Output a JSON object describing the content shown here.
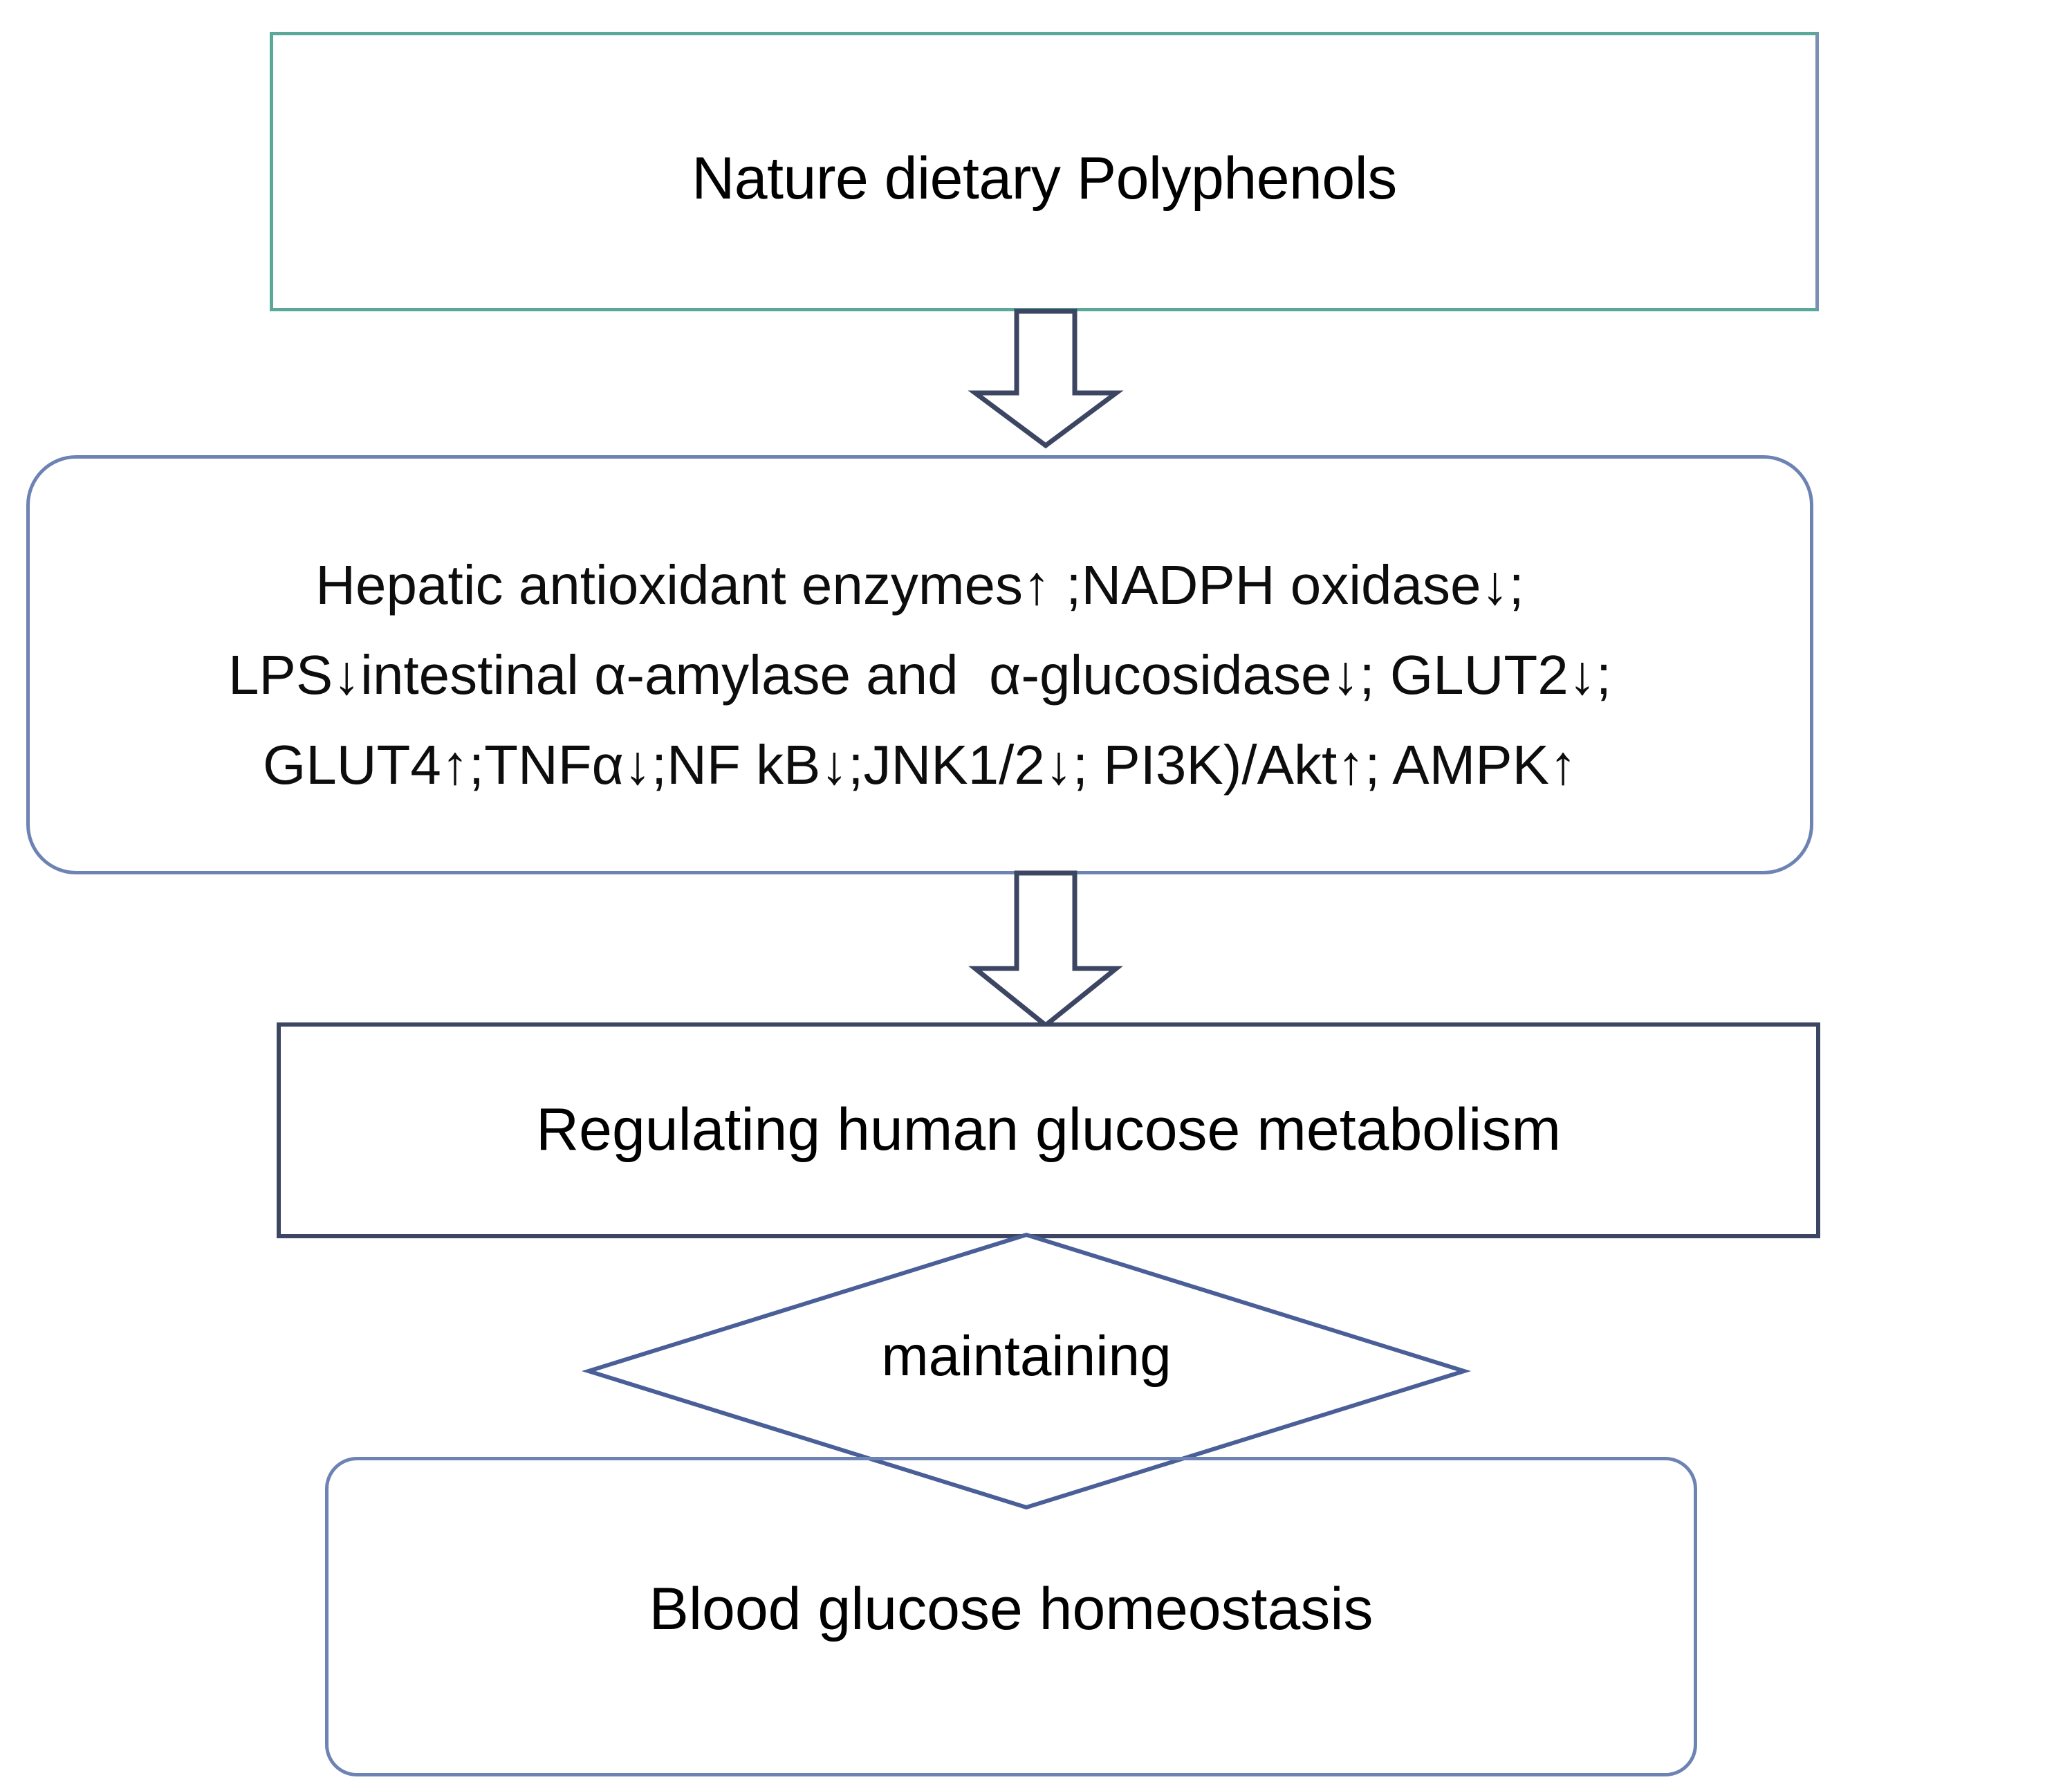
{
  "diagram": {
    "title": "Nature dietary polyphenols regulating human glucose metabolism flowchart",
    "type": "flowchart",
    "colors": {
      "box_top_border": "#5aa89a",
      "rounded_box_border": "#6d83b3",
      "rect_box_border": "#3c4663",
      "arrow_outline": "#3c4663",
      "diamond_border": "#4a5f97",
      "text": "#000000",
      "background": "#ffffff"
    },
    "nodes": {
      "polyphenols": {
        "shape": "rectangle",
        "label": "Nature dietary Polyphenols"
      },
      "mechanisms": {
        "shape": "rounded-rectangle",
        "lines": [
          "Hepatic antioxidant enzymes↑ ;NADPH oxidase↓;",
          "LPS↓intestinal α-amylase and  α-glucosidase↓; GLUT2↓;",
          "GLUT4↑;TNFα↓;NF kB↓;JNK1/2↓; PI3K)/Akt↑; AMPK↑"
        ]
      },
      "regulating": {
        "shape": "rectangle",
        "label": "Regulating human glucose metabolism"
      },
      "maintaining": {
        "shape": "diamond",
        "label": "maintaining"
      },
      "homeostasis": {
        "shape": "rounded-rectangle",
        "label": "Blood glucose homeostasis"
      }
    },
    "connectors": [
      {
        "name": "arrow-top",
        "shape": "block-arrow-down",
        "from": "polyphenols",
        "to": "mechanisms"
      },
      {
        "name": "arrow-middle",
        "shape": "block-arrow-down",
        "from": "mechanisms",
        "to": "regulating"
      }
    ]
  }
}
